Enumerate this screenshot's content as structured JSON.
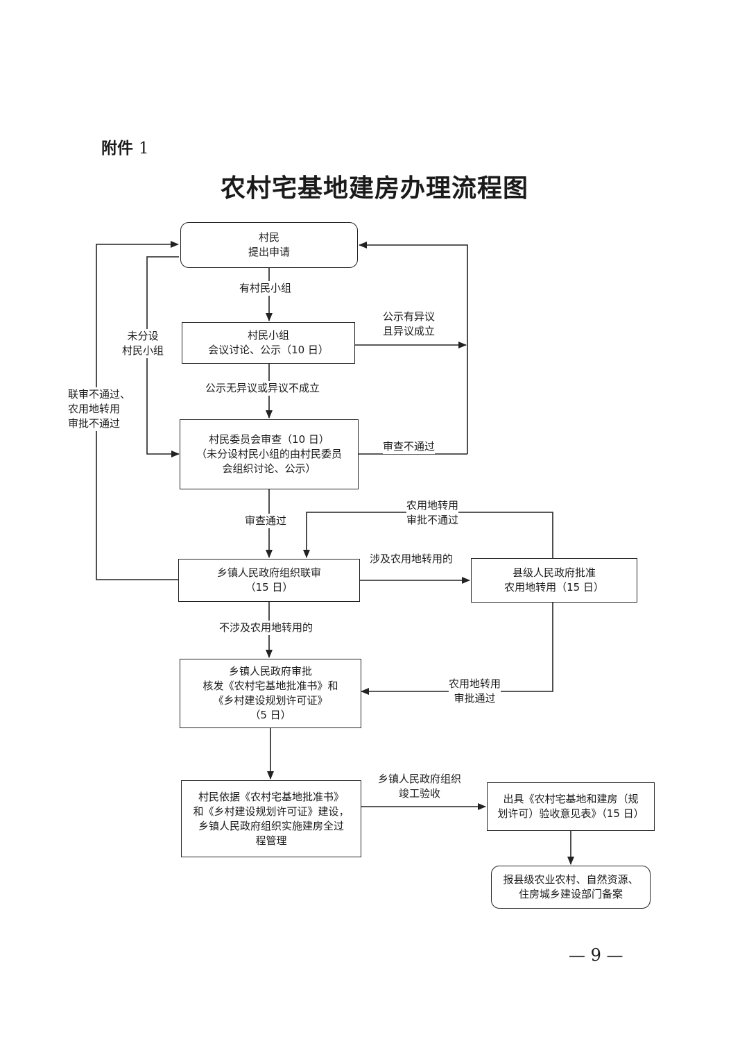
{
  "header": {
    "attachment_label": "附件",
    "attachment_number": "1"
  },
  "title": "农村宅基地建房办理流程图",
  "nodes": {
    "apply": [
      "村民",
      "提出申请"
    ],
    "group": [
      "村民小组",
      "会议讨论、公示（10 日）"
    ],
    "committee": [
      "村民委员会审查（10 日）",
      "（未分设村民小组的由村民委员",
      "会组织讨论、公示）"
    ],
    "joint_review": [
      "乡镇人民政府组织联审",
      "（15 日）"
    ],
    "county": [
      "县级人民政府批准",
      "农用地转用（15 日）"
    ],
    "approval": [
      "乡镇人民政府审批",
      "核发《农村宅基地批准书》和",
      "《乡村建设规划许可证》",
      "（5 日）"
    ],
    "build": [
      "村民依据《农村宅基地批准书》",
      "和《乡村建设规划许可证》建设，",
      "乡镇人民政府组织实施建房全过",
      "程管理"
    ],
    "acceptance": [
      "出具《农村宅基地和建房（规",
      "划许可）验收意见表》（15 日）"
    ],
    "filing": [
      "报县级农业农村、自然资源、",
      "住房城乡建设部门备案"
    ]
  },
  "labels": {
    "has_group": "有村民小组",
    "no_group": [
      "未分设",
      "村民小组"
    ],
    "objection": [
      "公示有异议",
      "且异议成立"
    ],
    "no_objection": "公示无异议或异议不成立",
    "review_fail": "审查不通过",
    "review_pass": "审查通过",
    "joint_fail": [
      "联审不通过、",
      "农用地转用",
      "审批不通过"
    ],
    "land_fail": [
      "农用地转用",
      "审批不通过"
    ],
    "involves_land": "涉及农用地转用的",
    "not_involves_land": "不涉及农用地转用的",
    "land_pass": [
      "农用地转用",
      "审批通过"
    ],
    "completion": [
      "乡镇人民政府组织",
      "竣工验收"
    ]
  },
  "footer": {
    "page_number": "— 9 —"
  }
}
